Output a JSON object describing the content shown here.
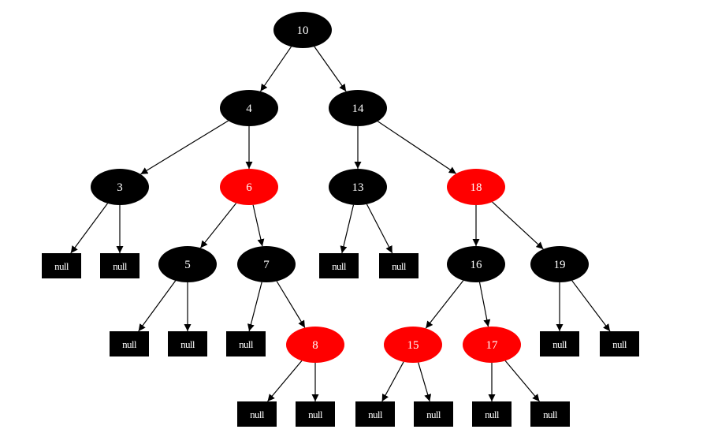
{
  "colors": {
    "black_node": "#000000",
    "red_node": "#ff0000",
    "label_text": "#ffffff",
    "edge": "#000000",
    "background": "#ffffff"
  },
  "tree": {
    "nodes": [
      {
        "id": "n10",
        "label": "10",
        "color": "black"
      },
      {
        "id": "n4",
        "label": "4",
        "color": "black"
      },
      {
        "id": "n14",
        "label": "14",
        "color": "black"
      },
      {
        "id": "n3",
        "label": "3",
        "color": "black"
      },
      {
        "id": "n6",
        "label": "6",
        "color": "red"
      },
      {
        "id": "n13",
        "label": "13",
        "color": "black"
      },
      {
        "id": "n18",
        "label": "18",
        "color": "red"
      },
      {
        "id": "n5",
        "label": "5",
        "color": "black"
      },
      {
        "id": "n7",
        "label": "7",
        "color": "black"
      },
      {
        "id": "n16",
        "label": "16",
        "color": "black"
      },
      {
        "id": "n19",
        "label": "19",
        "color": "black"
      },
      {
        "id": "n8",
        "label": "8",
        "color": "red"
      },
      {
        "id": "n15",
        "label": "15",
        "color": "red"
      },
      {
        "id": "n17",
        "label": "17",
        "color": "red"
      }
    ],
    "null_leaves": [
      {
        "id": "null-3a",
        "label": "null"
      },
      {
        "id": "null-3b",
        "label": "null"
      },
      {
        "id": "null-13a",
        "label": "null"
      },
      {
        "id": "null-13b",
        "label": "null"
      },
      {
        "id": "null-5a",
        "label": "null"
      },
      {
        "id": "null-5b",
        "label": "null"
      },
      {
        "id": "null-7a",
        "label": "null"
      },
      {
        "id": "null-19a",
        "label": "null"
      },
      {
        "id": "null-19b",
        "label": "null"
      },
      {
        "id": "null-8a",
        "label": "null"
      },
      {
        "id": "null-8b",
        "label": "null"
      },
      {
        "id": "null-15a",
        "label": "null"
      },
      {
        "id": "null-15b",
        "label": "null"
      },
      {
        "id": "null-17a",
        "label": "null"
      },
      {
        "id": "null-17b",
        "label": "null"
      }
    ],
    "edges": [
      [
        "n10",
        "n4"
      ],
      [
        "n10",
        "n14"
      ],
      [
        "n4",
        "n3"
      ],
      [
        "n4",
        "n6"
      ],
      [
        "n14",
        "n13"
      ],
      [
        "n14",
        "n18"
      ],
      [
        "n3",
        "null-3a"
      ],
      [
        "n3",
        "null-3b"
      ],
      [
        "n6",
        "n5"
      ],
      [
        "n6",
        "n7"
      ],
      [
        "n13",
        "null-13a"
      ],
      [
        "n13",
        "null-13b"
      ],
      [
        "n18",
        "n16"
      ],
      [
        "n18",
        "n19"
      ],
      [
        "n5",
        "null-5a"
      ],
      [
        "n5",
        "null-5b"
      ],
      [
        "n7",
        "null-7a"
      ],
      [
        "n7",
        "n8"
      ],
      [
        "n16",
        "n15"
      ],
      [
        "n16",
        "n17"
      ],
      [
        "n19",
        "null-19a"
      ],
      [
        "n19",
        "null-19b"
      ],
      [
        "n8",
        "null-8a"
      ],
      [
        "n8",
        "null-8b"
      ],
      [
        "n15",
        "null-15a"
      ],
      [
        "n15",
        "null-15b"
      ],
      [
        "n17",
        "null-17a"
      ],
      [
        "n17",
        "null-17b"
      ]
    ]
  }
}
